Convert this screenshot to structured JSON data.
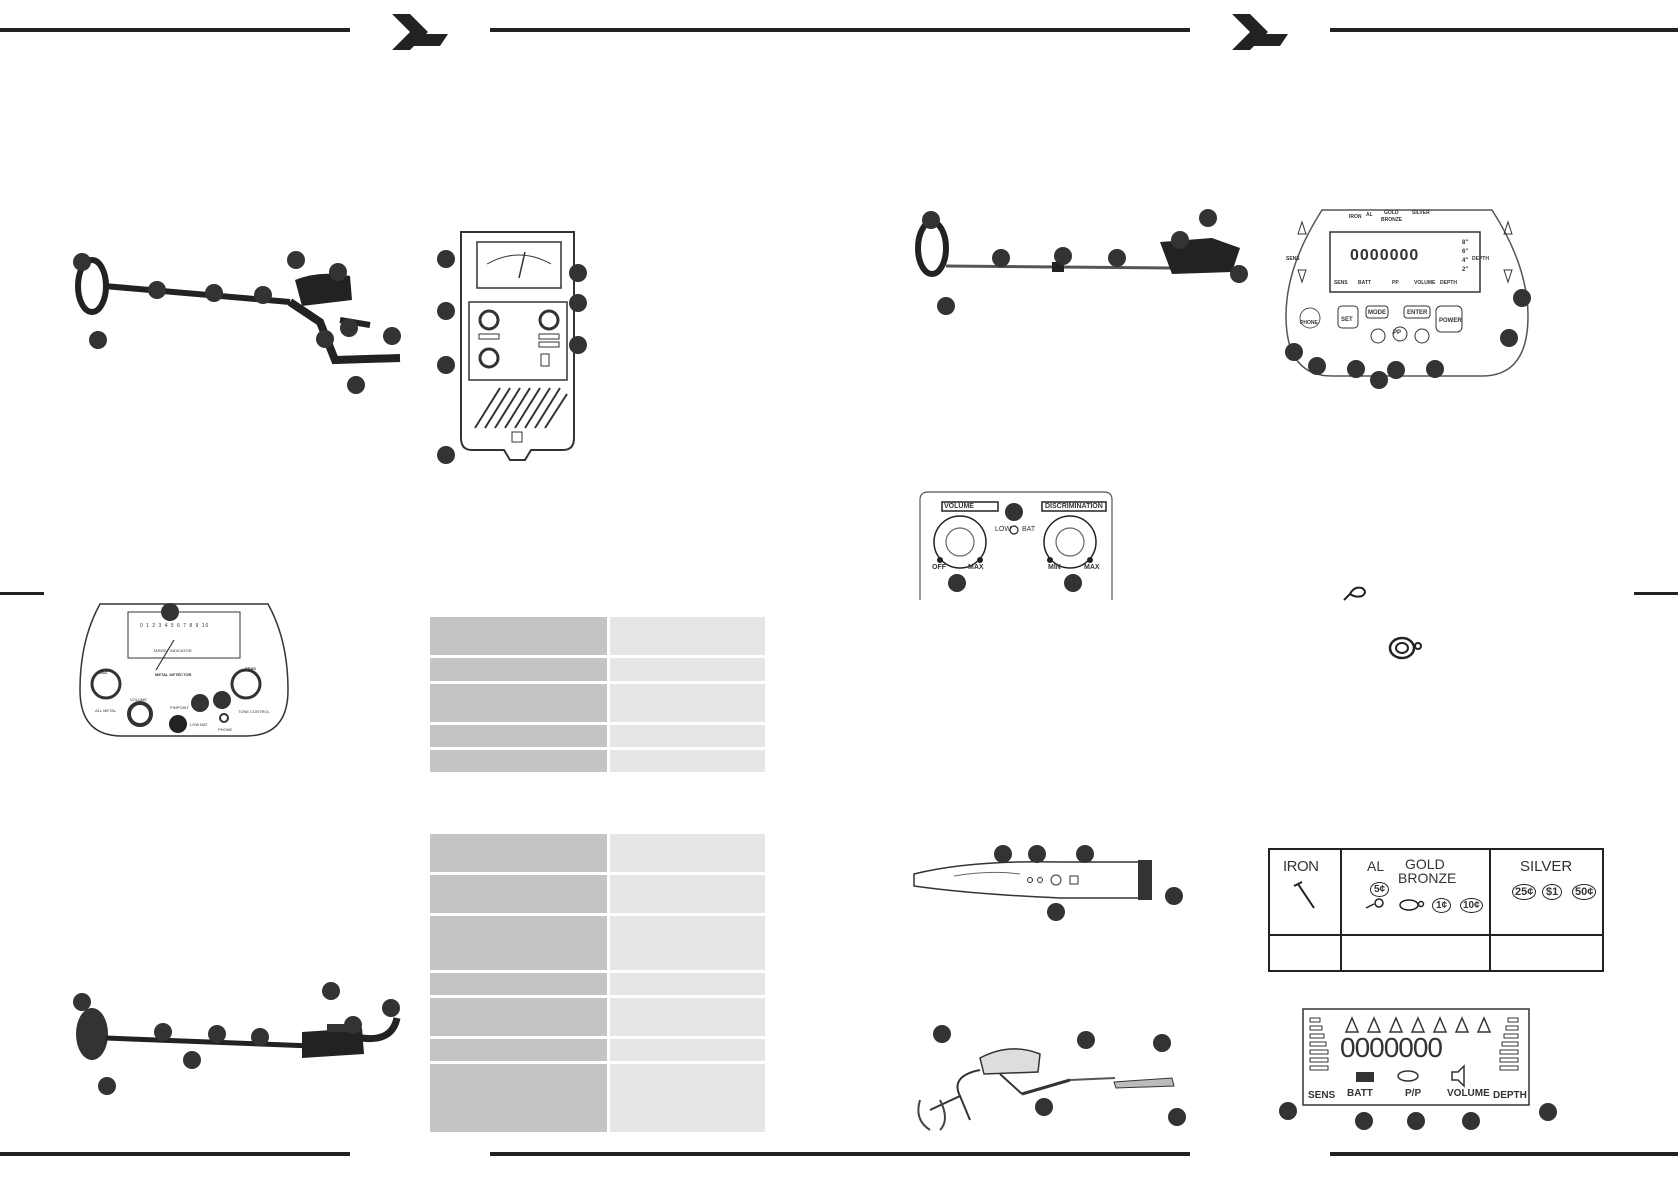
{
  "logo": {
    "name": "brand-chevron-logo"
  },
  "dial_panel": {
    "scale": "0 1 2 3 4 5 6 7 8 9 10",
    "indicator": "TARGET INDICATOR",
    "title": "METAL DETECTOR",
    "left_knob": "DISC",
    "right_knob": "SENS",
    "volume": "VOLUME",
    "mode": "ALL METAL",
    "pinpoint": "PINPOINT",
    "phone": "PHONE",
    "low_bat": "LOW BAT",
    "tone": "TONE CONTROL"
  },
  "vd_panel": {
    "volume": "VOLUME",
    "discrimination": "DISCRIMINATION",
    "low_bat": "LOW",
    "bat": "BAT",
    "off": "OFF",
    "max_left": "MAX",
    "min": "MIN",
    "max_right": "MAX"
  },
  "lcd_panel": {
    "iron": "IRON",
    "al": "AL",
    "gold": "GOLD",
    "bronze": "BRONZE",
    "silver": "SILVER",
    "sens": "SENS",
    "depth": "DEPTH",
    "depths": [
      "8\"",
      "6\"",
      "4\"",
      "2\""
    ],
    "batt": "BATT",
    "pp": "PP",
    "volume": "VOLUME",
    "phone": "PHONE",
    "set": "SET",
    "mode": "MODE",
    "enter": "ENTER",
    "power": "POWER",
    "pp_btn": "PP"
  },
  "target_table": {
    "iron": "IRON",
    "al": "AL",
    "gold": "GOLD",
    "bronze": "BRONZE",
    "silver": "SILVER",
    "coin_5": "5¢",
    "coin_1": "1¢",
    "coin_10": "10¢",
    "coin_25": "25¢",
    "coin_s1": "$1",
    "coin_50": "50¢"
  },
  "lcd_detail": {
    "sens": "SENS",
    "batt": "BATT",
    "pp": "P/P",
    "volume": "VOLUME",
    "depth": "DEPTH"
  }
}
